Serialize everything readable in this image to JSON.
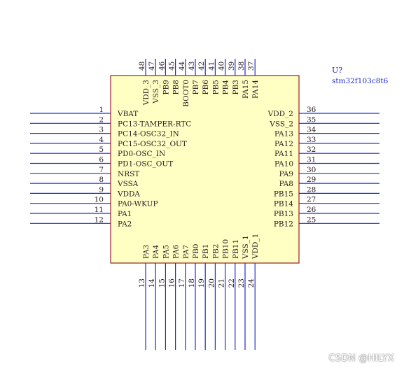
{
  "component": {
    "designator": "U?",
    "comment": "stm32f103c8t6",
    "body_fill": "#ffffc4",
    "body_stroke": "#9b1c2a",
    "pin_color": "#1f2ccf",
    "label_color": "#2a1a22",
    "ref_color": "#1f2ccf"
  },
  "pins": {
    "left": [
      {
        "num": "1",
        "name": "VBAT"
      },
      {
        "num": "2",
        "name": "PC13-TAMPER-RTC"
      },
      {
        "num": "3",
        "name": "PC14-OSC32_IN"
      },
      {
        "num": "4",
        "name": "PC15-OSC32_OUT"
      },
      {
        "num": "5",
        "name": "PD0-OSC_IN"
      },
      {
        "num": "6",
        "name": "PD1-OSC_OUT"
      },
      {
        "num": "7",
        "name": "NRST"
      },
      {
        "num": "8",
        "name": "VSSA"
      },
      {
        "num": "9",
        "name": "VDDA"
      },
      {
        "num": "10",
        "name": "PA0-WKUP"
      },
      {
        "num": "11",
        "name": "PA1"
      },
      {
        "num": "12",
        "name": "PA2"
      }
    ],
    "right": [
      {
        "num": "36",
        "name": "VDD_2"
      },
      {
        "num": "35",
        "name": "VSS_2"
      },
      {
        "num": "34",
        "name": "PA13"
      },
      {
        "num": "33",
        "name": "PA12"
      },
      {
        "num": "32",
        "name": "PA11"
      },
      {
        "num": "31",
        "name": "PA10"
      },
      {
        "num": "30",
        "name": "PA9"
      },
      {
        "num": "29",
        "name": "PA8"
      },
      {
        "num": "28",
        "name": "PB15"
      },
      {
        "num": "27",
        "name": "PB14"
      },
      {
        "num": "26",
        "name": "PB13"
      },
      {
        "num": "25",
        "name": "PB12"
      }
    ],
    "top": [
      {
        "num": "48",
        "name": "VDD_3"
      },
      {
        "num": "47",
        "name": "VSS_3"
      },
      {
        "num": "46",
        "name": "PB9"
      },
      {
        "num": "45",
        "name": "PB8"
      },
      {
        "num": "44",
        "name": "BOOT0"
      },
      {
        "num": "43",
        "name": "PB7"
      },
      {
        "num": "42",
        "name": "PB6"
      },
      {
        "num": "41",
        "name": "PB5"
      },
      {
        "num": "40",
        "name": "PB4"
      },
      {
        "num": "39",
        "name": "PB3"
      },
      {
        "num": "38",
        "name": "PA15"
      },
      {
        "num": "37",
        "name": "PA14"
      }
    ],
    "bottom": [
      {
        "num": "13",
        "name": "PA3"
      },
      {
        "num": "14",
        "name": "PA4"
      },
      {
        "num": "15",
        "name": "PA5"
      },
      {
        "num": "16",
        "name": "PA6"
      },
      {
        "num": "17",
        "name": "PA7"
      },
      {
        "num": "18",
        "name": "PB0"
      },
      {
        "num": "19",
        "name": "PB1"
      },
      {
        "num": "20",
        "name": "PB2"
      },
      {
        "num": "21",
        "name": "PB10"
      },
      {
        "num": "22",
        "name": "PB11"
      },
      {
        "num": "23",
        "name": "VSS_1"
      },
      {
        "num": "24",
        "name": "VDD_1"
      }
    ]
  },
  "watermark": "CSDN @HILYX"
}
